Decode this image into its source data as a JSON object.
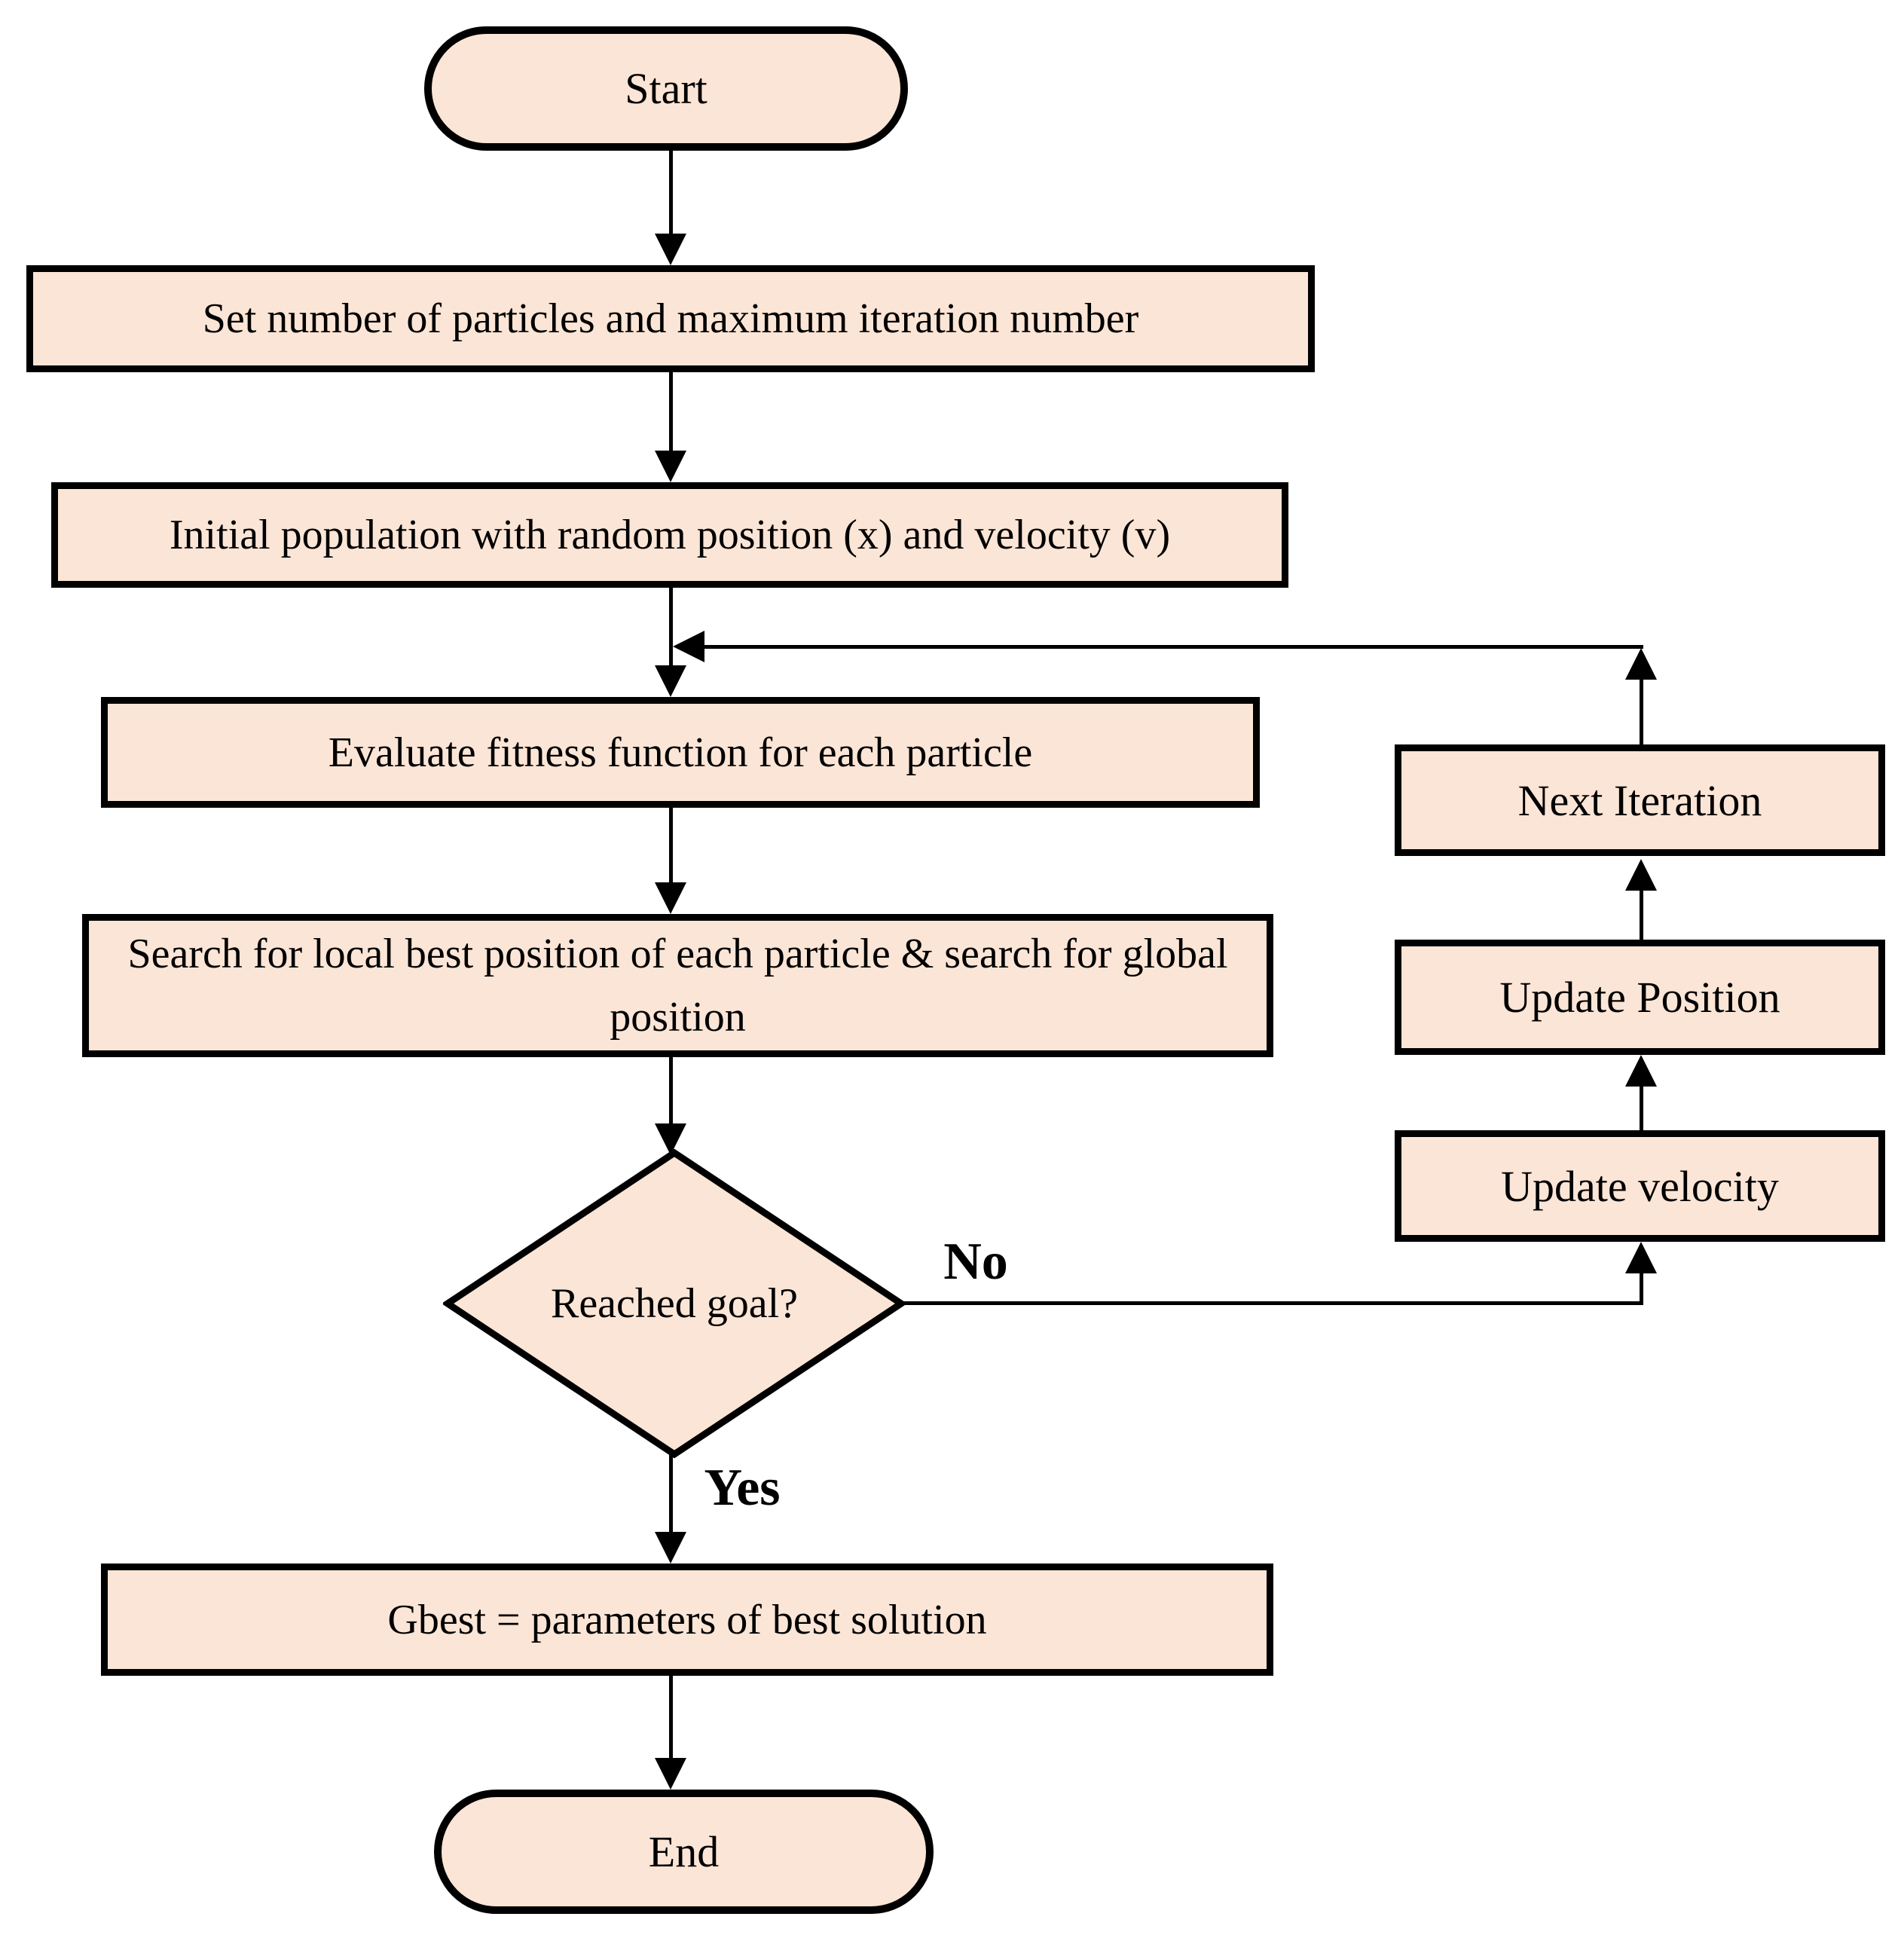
{
  "colors": {
    "shape_fill": "#fbe5d6",
    "shape_border": "#000000",
    "line": "#000000",
    "text": "#000000",
    "background": "#ffffff"
  },
  "flowchart": {
    "nodes": {
      "start": {
        "type": "terminator",
        "label": "Start"
      },
      "set_particles": {
        "type": "process",
        "label": "Set number of particles and maximum iteration number"
      },
      "init_population": {
        "type": "process",
        "label": "Initial population with random position (x) and velocity (v)"
      },
      "evaluate_fitness": {
        "type": "process",
        "label": "Evaluate fitness function for each particle"
      },
      "search_best": {
        "type": "process",
        "label": "Search for local best position of each particle & search for global position"
      },
      "reached_goal": {
        "type": "decision",
        "label": "Reached goal?"
      },
      "gbest": {
        "type": "process",
        "label": "Gbest = parameters of best solution"
      },
      "end": {
        "type": "terminator",
        "label": "End"
      },
      "next_iteration": {
        "type": "process",
        "label": "Next Iteration"
      },
      "update_position": {
        "type": "process",
        "label": "Update Position"
      },
      "update_velocity": {
        "type": "process",
        "label": "Update velocity"
      }
    },
    "edge_labels": {
      "no": "No",
      "yes": "Yes"
    }
  }
}
